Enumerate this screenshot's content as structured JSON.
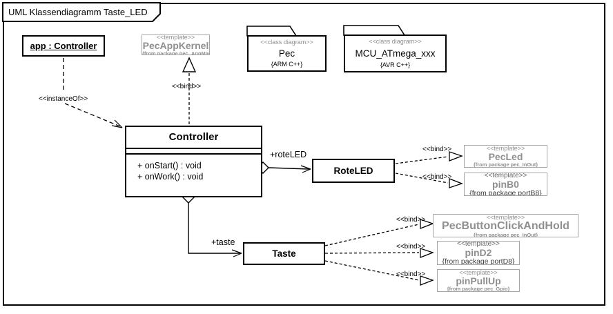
{
  "frame": {
    "title": "UML Klassendiagramm Taste_LED"
  },
  "colors": {
    "template_text": "#8f8f8f",
    "template_border": "#a6a6a6",
    "line": "#000000",
    "background": "#ffffff"
  },
  "labels": {
    "instance_of": "<<instanceOf>>",
    "bind": "<<bind>>",
    "rote_led_role": "+roteLED",
    "taste_role": "+taste"
  },
  "nodes": {
    "app_instance": {
      "name": "app : Controller"
    },
    "pec_app_kernel": {
      "stereotype": "<<template>>",
      "name": "PecAppKernel",
      "origin": "{from package pec_AppManagement}"
    },
    "pec_package": {
      "stereotype": "<<class diagram>>",
      "name": "Pec",
      "tag": "{ARM C++}"
    },
    "mcu_package": {
      "stereotype": "<<class diagram>>",
      "name": "MCU_ATmega_xxx",
      "tag": "{AVR C++}"
    },
    "controller": {
      "name": "Controller",
      "operations": [
        "+ onStart() : void",
        "+ onWork() : void"
      ]
    },
    "rote_led": {
      "name": "RoteLED"
    },
    "taste": {
      "name": "Taste"
    },
    "pec_led": {
      "stereotype": "<<template>>",
      "name": "PecLed",
      "origin": "{from package pec_InOut}"
    },
    "pin_b0": {
      "stereotype": "<<template>>",
      "name": "pinB0",
      "origin": "{from package portB8}"
    },
    "pec_button": {
      "stereotype": "<<template>>",
      "name": "PecButtonClickAndHold",
      "origin": "{from package pec_InOut}"
    },
    "pin_d2": {
      "stereotype": "<<template>>",
      "name": "pinD2",
      "origin": "{from package portD8}"
    },
    "pin_pullup": {
      "stereotype": "<<template>>",
      "name": "pinPullUp",
      "origin": "{from package pec_Gpio}"
    }
  }
}
